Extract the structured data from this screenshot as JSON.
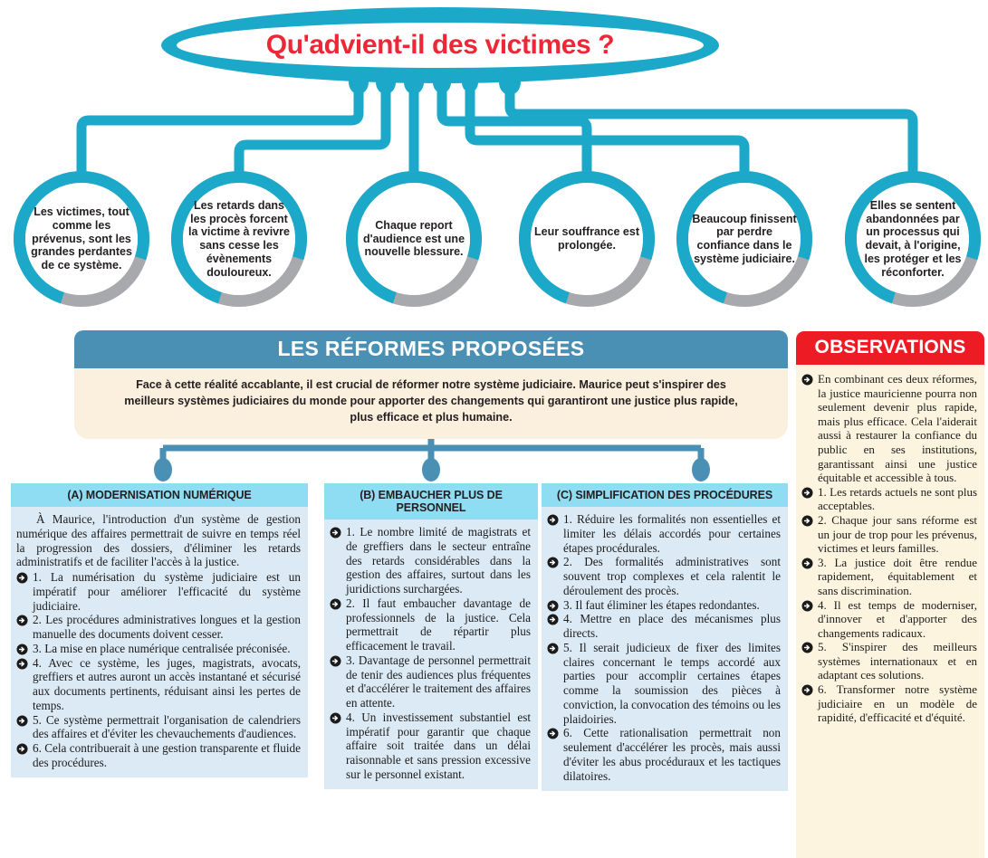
{
  "title": {
    "text": "Qu'advient-il des victimes ?",
    "color": "#EE2737"
  },
  "theme": {
    "teal": "#1CA9C9",
    "grey": "#A7A9AC",
    "steel_blue": "#4A90B5",
    "header_cyan": "#8FDDF2",
    "body_blue": "#DCEAF5",
    "cream": "#FBEFDD",
    "obs_cream": "#FDF4DF",
    "red": "#ED1C24"
  },
  "circles": [
    {
      "text": "Les victimes, tout comme les prévenus, sont les grandes perdantes de ce système."
    },
    {
      "text": "Les retards dans les procès forcent la victime à revivre sans cesse les évènements douloureux."
    },
    {
      "text": "Chaque report d'audience est une nouvelle blessure."
    },
    {
      "text": "Leur souffrance est prolongée."
    },
    {
      "text": "Beaucoup finissent par perdre confiance dans le système judiciaire."
    },
    {
      "text": "Elles se sentent abandonnées par un processus qui devait, à l'origine, les protéger et les réconforter."
    }
  ],
  "reforms": {
    "header": "LES RÉFORMES PROPOSÉES",
    "intro": "Face à cette réalité accablante, il est crucial de réformer notre système judiciaire. Maurice peut s'inspirer des meilleurs systèmes judiciaires du monde pour apporter des changements qui garantiront une justice plus rapide, plus efficace et plus humaine."
  },
  "columns": [
    {
      "header": "(A) MODERNISATION NUMÉRIQUE",
      "intro": "À Maurice, l'introduction d'un système de gestion numérique des affaires permettrait de suivre en temps réel la progression des dossiers, d'éliminer les retards administratifs et de faciliter l'accès à la justice.",
      "items": [
        "1. La numérisation du système judiciaire est un impératif pour améliorer l'efficacité du système judiciaire.",
        "2. Les procédures administratives longues et la gestion manuelle des documents doivent cesser.",
        "3. La mise en place numérique centralisée préconisée.",
        "4. Avec ce système, les juges, magistrats, avocats, greffiers et autres auront un accès instantané et sécurisé aux documents pertinents, réduisant ainsi les pertes de temps.",
        "5. Ce système permettrait l'organisation de calendriers des affaires et d'éviter les chevauchements d'audiences.",
        "6. Cela contribuerait à une gestion transparente et fluide des procédures."
      ]
    },
    {
      "header": "(B) EMBAUCHER PLUS DE PERSONNEL",
      "intro": "",
      "items": [
        "1. Le nombre limité de magistrats et de greffiers dans le secteur entraîne des retards considérables dans la gestion des affaires, surtout dans les juridictions surchargées.",
        "2. Il faut embaucher davantage de professionnels de la justice. Cela permettrait de répartir plus efficacement le travail.",
        "3. Davantage de personnel permettrait de tenir des audiences plus fréquentes et d'accélérer le traitement des affaires en attente.",
        "4. Un investissement substantiel est impératif pour garantir que chaque affaire soit traitée dans un délai raisonnable et sans pression excessive sur le personnel existant."
      ]
    },
    {
      "header": "(C) SIMPLIFICATION DES PROCÉDURES",
      "intro": "",
      "items": [
        "1. Réduire les formalités non essentielles et limiter les délais accordés pour certaines étapes procédurales.",
        "2. Des formalités administratives sont souvent trop complexes et cela ralentit le déroulement des procès.",
        "3. Il faut éliminer les étapes redondantes.",
        "4. Mettre en place des mécanismes plus directs.",
        "5. Il serait judicieux de fixer des limites claires concernant le temps accordé aux parties pour accomplir certaines étapes comme la soumission des pièces à conviction, la convocation des témoins ou les plaidoiries.",
        "6. Cette rationalisation permettrait non seulement d'accélérer les procès, mais aussi d'éviter les abus procéduraux et les tactiques dilatoires."
      ]
    }
  ],
  "observations": {
    "header": "OBSERVATIONS",
    "items": [
      "En combinant ces deux réformes, la justice mauricienne pourra non seulement devenir plus rapide, mais plus efficace. Cela l'aiderait aussi à restaurer la confiance du public en ses institutions, garantissant ainsi une justice équitable et accessible à tous.",
      "1. Les retards actuels ne sont plus acceptables.",
      "2. Chaque jour sans réforme est un jour de trop pour les prévenus, victimes et leurs familles.",
      "3. La justice doit être rendue rapidement, équitablement et sans discrimination.",
      "4. Il est temps de moderniser, d'innover et d'apporter des changements radicaux.",
      "5. S'inspirer des meilleurs systèmes internationaux et en adaptant ces solutions.",
      "6. Transformer notre système judiciaire en un modèle de rapidité, d'efficacité et d'équité."
    ]
  }
}
